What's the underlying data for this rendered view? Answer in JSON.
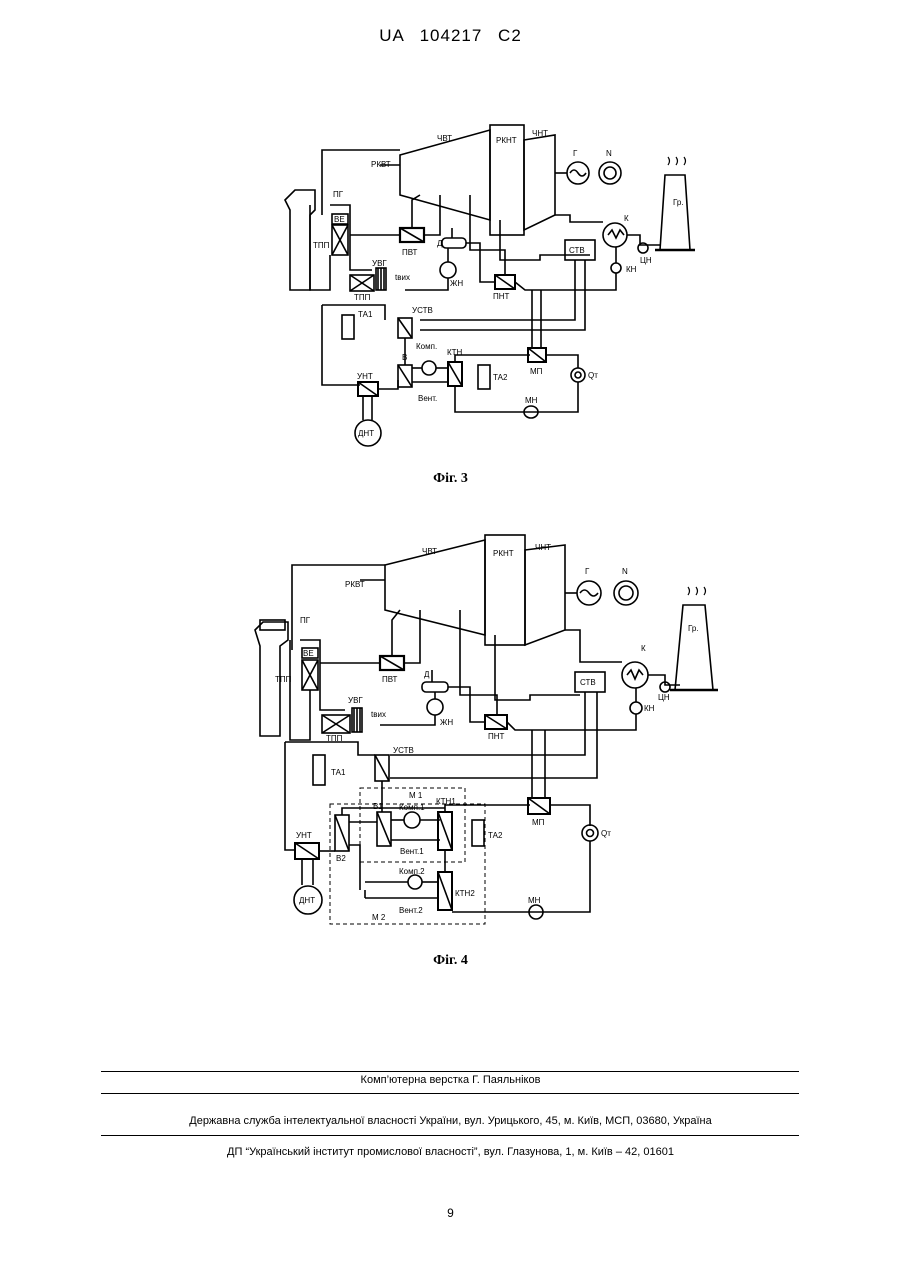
{
  "header": {
    "patent": "UA   104217   C2"
  },
  "figure3": {
    "caption": "Фіг. 3",
    "labels": {
      "chvt": "ЧВТ",
      "rkvt": "РКВТ",
      "rknt": "РКНТ",
      "chnt": "ЧНТ",
      "g": "Г",
      "n": "N",
      "gr": "Гр.",
      "pg": "ПГ",
      "ve": "ВЕ",
      "tpp_left": "ТПП",
      "pvt": "ПВТ",
      "d": "Д",
      "k": "К",
      "stv": "СТВ",
      "cn": "ЦН",
      "kn": "КН",
      "zhn": "ЖН",
      "pnt": "ПНТ",
      "uvg": "УВГ",
      "tvykh": "tвих",
      "tpp_bottom": "ТПП",
      "ta1": "ТА1",
      "ustv": "УСТВ",
      "komp": "Комп.",
      "ktn": "КТН",
      "v": "В",
      "ta2": "ТА2",
      "mp": "МП",
      "qt": "Qт",
      "unt": "УНТ",
      "vent": "Вент.",
      "mn": "МН",
      "dnt": "ДНТ"
    }
  },
  "figure4": {
    "caption": "Фіг. 4",
    "labels": {
      "chvt": "ЧВТ",
      "rknt": "РКНТ",
      "chnt": "ЧНТ",
      "rkvt": "РКВТ",
      "g": "Г",
      "n": "N",
      "gr": "Гр.",
      "pg": "ПГ",
      "ve": "ВЕ",
      "tpp_left": "ТПП",
      "pvt": "ПВТ",
      "d": "Д",
      "k": "К",
      "stv": "СТВ",
      "cn": "ЦН",
      "kn": "КН",
      "zhn": "ЖН",
      "pnt": "ПНТ",
      "uvg": "УВГ",
      "tvykh": "tвих",
      "tpp_bottom": "ТПП",
      "ta1": "ТА1",
      "ustv": "УСТВ",
      "m1": "М 1",
      "v1": "В1",
      "komp1": "Комп.1",
      "ktn1": "КТН1",
      "ta2": "ТА2",
      "mp": "МП",
      "qt": "Qт",
      "unt": "УНТ",
      "vent1": "Вент.1",
      "v2": "В2",
      "komp2": "Комп.2",
      "ktn2": "КТН2",
      "dnt": "ДНТ",
      "vent2": "Вент.2",
      "mn": "МН",
      "m2": "М 2"
    }
  },
  "footer": {
    "line1": "Комп’ютерна верстка Г. Паяльніков",
    "line2": "Державна служба інтелектуальної власності України, вул. Урицького, 45, м. Київ, МСП, 03680, Україна",
    "line3": "ДП “Український інститут промислової власності”, вул. Глазунова, 1, м. Київ – 42, 01601"
  },
  "page_number": "9"
}
